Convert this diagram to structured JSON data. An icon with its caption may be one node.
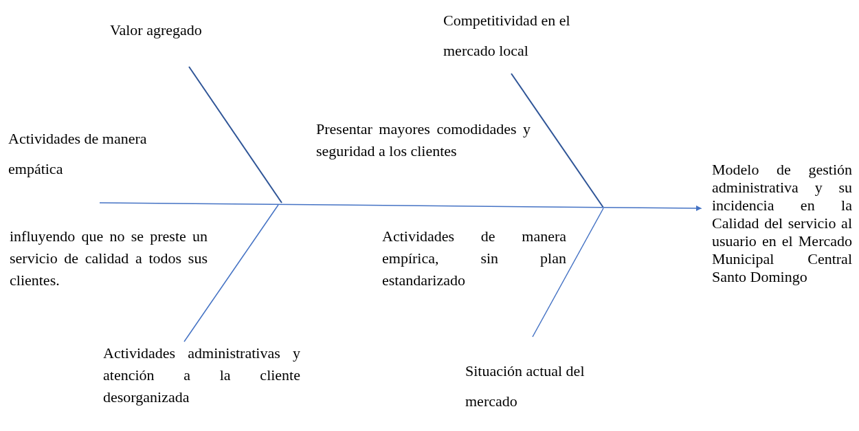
{
  "diagram": {
    "nodes": [
      {
        "text": [
          "Valor agregado"
        ]
      },
      {
        "text": [
          "Competitividad en el mercado local"
        ]
      },
      {
        "text": [
          "Actividades administrativas y atención a la cliente desorganizada"
        ]
      },
      {
        "text": [
          "Situación actual del mercado"
        ]
      },
      {
        "text": [
          "Modelo de gestión administrativa y su incidencia en la Calidad del servicio al usuario en el Mercado Municipal Central Santo Domingo"
        ]
      }
    ],
    "edges": [
      {
        "from": 0,
        "to": null,
        "arrow": "none",
        "color": "#2f5597"
      },
      {
        "from": 1,
        "to": null,
        "arrow": "none",
        "color": "#2f5597"
      },
      {
        "from": 2,
        "to": null,
        "arrow": "none"
      },
      {
        "from": 3,
        "to": null,
        "arrow": "none"
      },
      {
        "from": null,
        "to": 4,
        "arrow": "to"
      }
    ],
    "labels": [
      "Actividades de manera empática",
      "Presentar mayores comodidades y seguridad a los clientes",
      "influyendo que no se preste un servicio de calidad a todos sus clientes.",
      "Actividades de manera empírica, sin plan estandarizado"
    ]
  }
}
